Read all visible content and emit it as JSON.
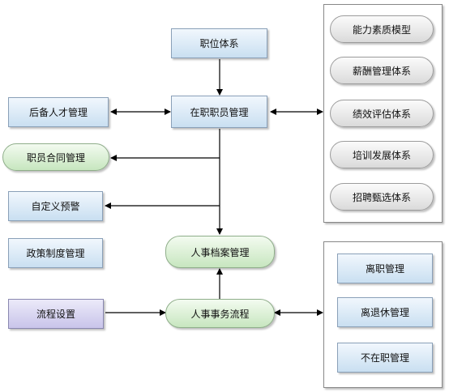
{
  "nodes": {
    "position_system": "职位体系",
    "employee_management": "在职职员管理",
    "reserve_talent": "后备人才管理",
    "employee_contract": "职员合同管理",
    "custom_alert": "自定义预警",
    "policy_management": "政策制度管理",
    "workflow_settings": "流程设置",
    "hr_archives": "人事档案管理",
    "hr_workflow": "人事事务流程"
  },
  "right_top_group": [
    "能力素质模型",
    "薪酬管理体系",
    "绩效评估体系",
    "培训发展体系",
    "招聘甄选体系"
  ],
  "right_bottom_group": [
    "离职管理",
    "离退休管理",
    "不在职管理"
  ]
}
